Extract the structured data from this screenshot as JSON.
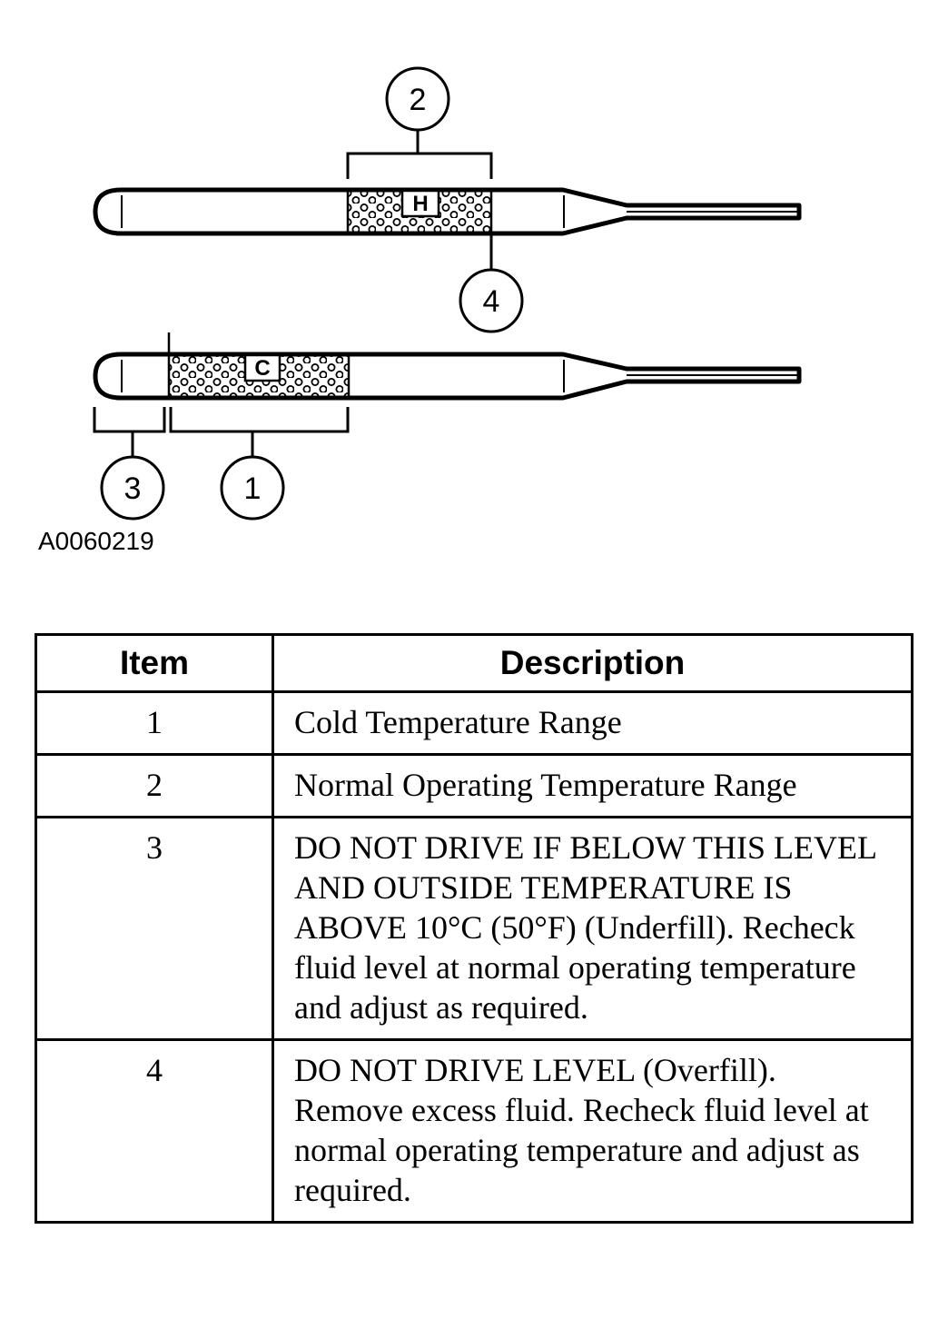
{
  "figure": {
    "figure_id": "A0060219",
    "callouts": [
      "1",
      "2",
      "3",
      "4"
    ],
    "range_labels": {
      "hot": "H",
      "cold": "C"
    }
  },
  "table": {
    "headers": {
      "item": "Item",
      "description": "Description"
    },
    "rows": [
      {
        "item": "1",
        "description": "Cold Temperature Range"
      },
      {
        "item": "2",
        "description": "Normal Operating Temperature Range"
      },
      {
        "item": "3",
        "description": "DO NOT DRIVE IF BELOW THIS LEVEL AND OUTSIDE TEMPERATURE IS ABOVE 10°C (50°F) (Underfill). Recheck fluid level at normal operating temperature and adjust as required."
      },
      {
        "item": "4",
        "description": "DO NOT DRIVE LEVEL (Overfill). Remove excess fluid. Recheck fluid level at normal operating temperature and adjust as required."
      }
    ]
  }
}
